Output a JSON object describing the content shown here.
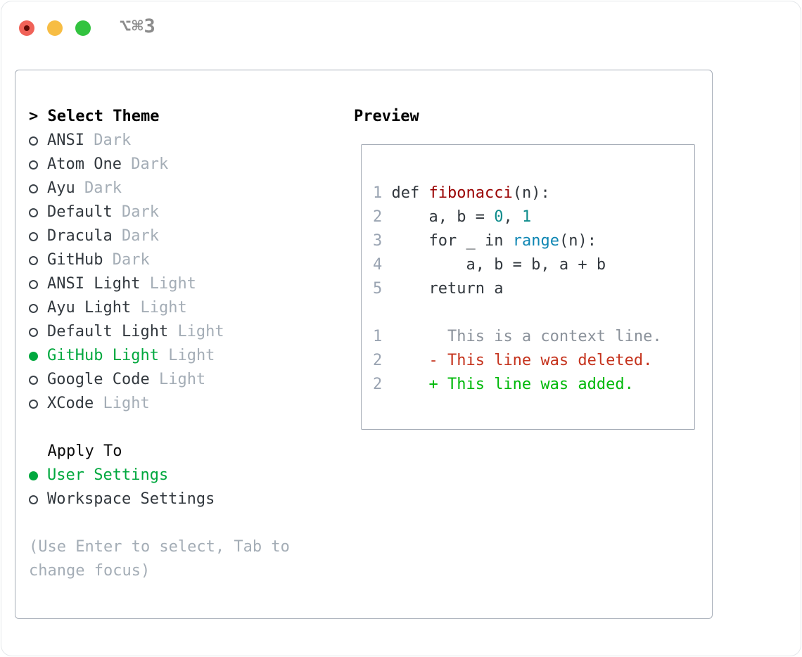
{
  "window": {
    "title": "⌥⌘3"
  },
  "palette": {
    "winBorder": "#e4e7ea",
    "panelBorder": "#a7aeb8",
    "titleGray": "#8c8c8c",
    "trafficRed": "#f06258",
    "trafficRedDot": "#600b06",
    "trafficYellow": "#f7bd44",
    "trafficGreen": "#32c33f",
    "itemText": "#32383e",
    "dimGray": "#a4adb6",
    "radioStroke": "#3d444b",
    "selGreen": "#00a83e",
    "codeText": "#32383e",
    "lineNo": "#9aa4b2",
    "fnRed": "#990000",
    "numTeal": "#0d8b8b",
    "biBlue": "#0e86b3",
    "ctxGray": "#8b929b",
    "delRed": "#c5331d",
    "addGreen": "#00b90a"
  },
  "theme_panel": {
    "header_marker": ">",
    "header": "Select Theme",
    "themes": [
      {
        "name": "ANSI",
        "variant": "Dark",
        "selected": false
      },
      {
        "name": "Atom One",
        "variant": "Dark",
        "selected": false
      },
      {
        "name": "Ayu",
        "variant": "Dark",
        "selected": false
      },
      {
        "name": "Default",
        "variant": "Dark",
        "selected": false
      },
      {
        "name": "Dracula",
        "variant": "Dark",
        "selected": false
      },
      {
        "name": "GitHub",
        "variant": "Dark",
        "selected": false
      },
      {
        "name": "ANSI Light",
        "variant": "Light",
        "selected": false
      },
      {
        "name": "Ayu Light",
        "variant": "Light",
        "selected": false
      },
      {
        "name": "Default Light",
        "variant": "Light",
        "selected": false
      },
      {
        "name": "GitHub Light",
        "variant": "Light",
        "selected": true
      },
      {
        "name": "Google Code",
        "variant": "Light",
        "selected": false
      },
      {
        "name": "XCode",
        "variant": "Light",
        "selected": false
      }
    ],
    "apply_to": {
      "header": "Apply To",
      "options": [
        {
          "name": "User Settings",
          "selected": true
        },
        {
          "name": "Workspace Settings",
          "selected": false
        }
      ]
    },
    "hint": "(Use Enter to select, Tab to change focus)"
  },
  "preview": {
    "header": "Preview",
    "lines": [
      {
        "no": "1",
        "segments": [
          {
            "t": "def ",
            "c": "kw"
          },
          {
            "t": "fibonacci",
            "c": "fn"
          },
          {
            "t": "(n):",
            "c": "pl"
          }
        ]
      },
      {
        "no": "2",
        "segments": [
          {
            "t": "    a, b = ",
            "c": "pl"
          },
          {
            "t": "0",
            "c": "num"
          },
          {
            "t": ", ",
            "c": "pl"
          },
          {
            "t": "1",
            "c": "num"
          }
        ]
      },
      {
        "no": "3",
        "segments": [
          {
            "t": "    ",
            "c": "pl"
          },
          {
            "t": "for",
            "c": "kw"
          },
          {
            "t": " _ ",
            "c": "pl"
          },
          {
            "t": "in",
            "c": "kw"
          },
          {
            "t": " ",
            "c": "pl"
          },
          {
            "t": "range",
            "c": "bi"
          },
          {
            "t": "(n):",
            "c": "pl"
          }
        ]
      },
      {
        "no": "4",
        "segments": [
          {
            "t": "        a, b = b, a + b",
            "c": "pl"
          }
        ]
      },
      {
        "no": "5",
        "segments": [
          {
            "t": "    ",
            "c": "pl"
          },
          {
            "t": "return",
            "c": "kw"
          },
          {
            "t": " a",
            "c": "pl"
          }
        ]
      },
      {
        "no": "",
        "segments": []
      },
      {
        "no": "1",
        "segments": [
          {
            "t": "      This is a context line.",
            "c": "ctx"
          }
        ]
      },
      {
        "no": "2",
        "segments": [
          {
            "t": "    - This line was deleted.",
            "c": "del"
          }
        ]
      },
      {
        "no": "2",
        "segments": [
          {
            "t": "    + This line was added.",
            "c": "add"
          }
        ]
      }
    ]
  }
}
